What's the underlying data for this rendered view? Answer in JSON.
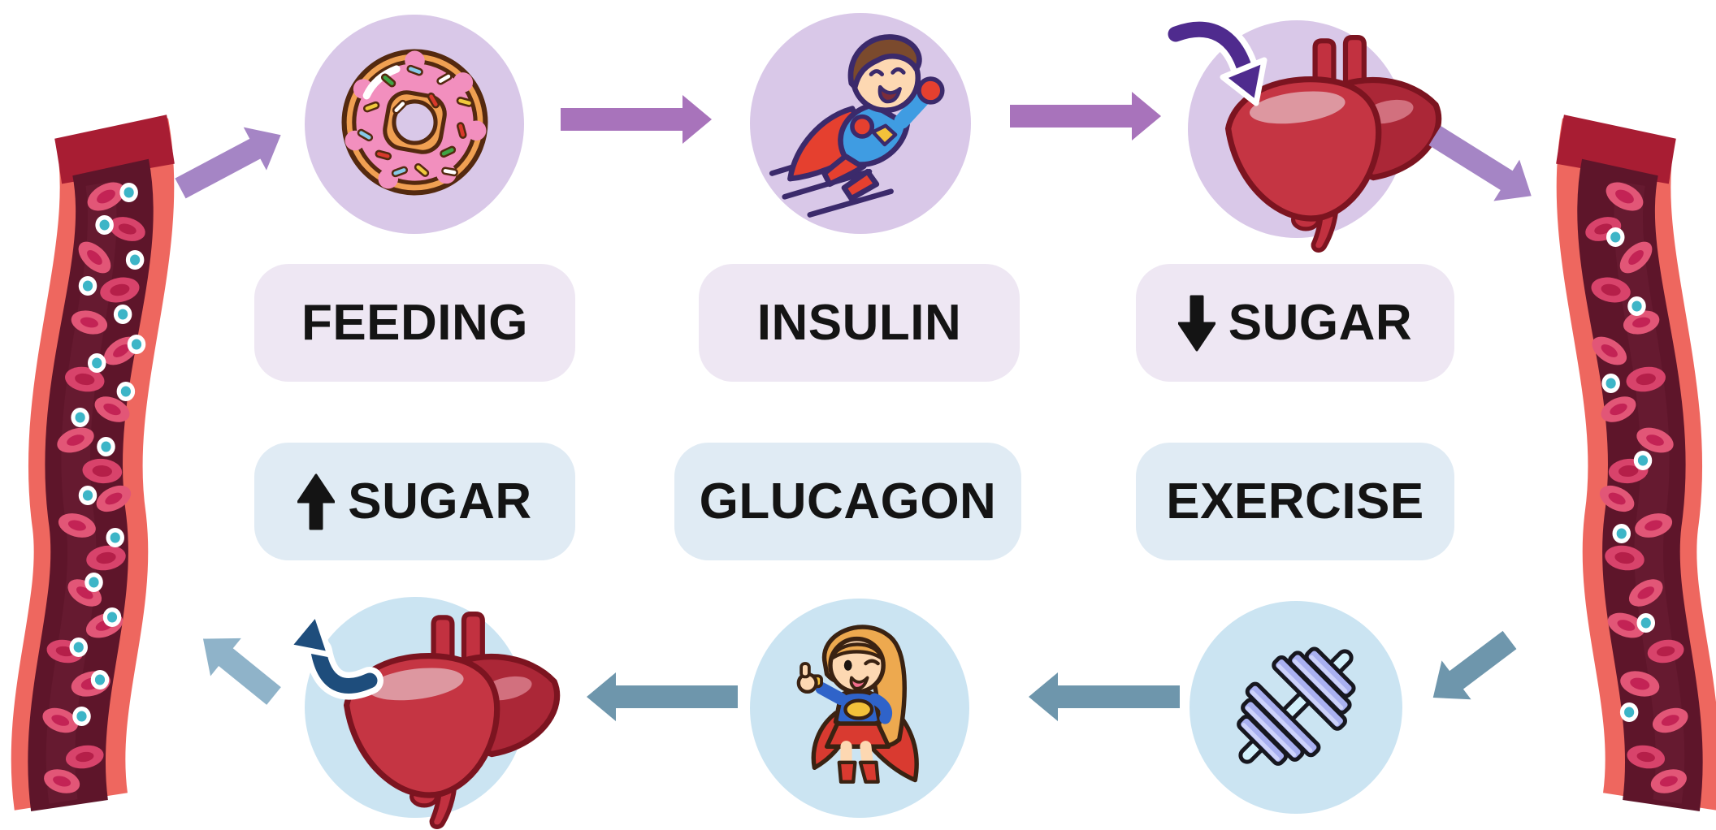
{
  "diagram": {
    "labels": {
      "feeding": "FEEDING",
      "insulin": "INSULIN",
      "sugar_down": "SUGAR",
      "sugar_up": "SUGAR",
      "glucagon": "GLUCAGON",
      "exercise": "EXERCISE"
    },
    "icons": [
      "blood-vessel-left-icon",
      "donut-icon",
      "superhero-insulin-icon",
      "liver-sugar-uptake-icon",
      "blood-vessel-right-icon",
      "dumbbell-exercise-icon",
      "supergirl-glucagon-icon",
      "liver-sugar-release-icon"
    ],
    "sugar_arrows": {
      "top_right_box": "down",
      "bottom_left_box": "up"
    },
    "blood_vessels": {
      "left_sugar_dots": 17,
      "right_sugar_dots": 7
    }
  },
  "colors": {
    "background": "#ffffff",
    "label_text": "#141414",
    "lavender_circle": "#d9c8e8",
    "lavender_box": "#eee7f3",
    "blue_circle": "#cbe4f2",
    "blue_box": "#e0ebf4",
    "purple_arrow": "#a873bb",
    "purple_arrow_diag": "#a585c5",
    "blue_arrow": "#6e96ac",
    "blue_arrow_light": "#8fb3c9",
    "into_liver_arrow": "#4f2b8e",
    "out_of_liver_arrow": "#1e4d7c"
  }
}
